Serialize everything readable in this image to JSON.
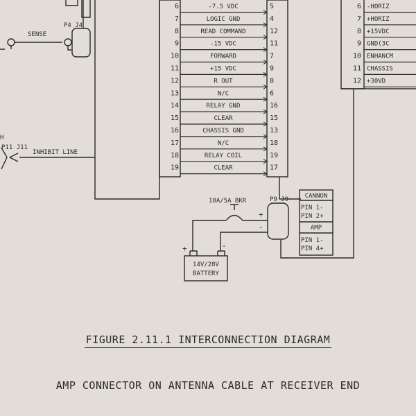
{
  "left_connector": {
    "rows": [
      {
        "pin": "6",
        "label": "-7.5 VDC",
        "pin_right": "5"
      },
      {
        "pin": "7",
        "label": "LOGIC GND",
        "pin_right": "4"
      },
      {
        "pin": "8",
        "label": "READ COMMAND",
        "pin_right": "12"
      },
      {
        "pin": "9",
        "label": "-15 VDC",
        "pin_right": "11"
      },
      {
        "pin": "10",
        "label": "FORWARD",
        "pin_right": "7"
      },
      {
        "pin": "11",
        "label": "+15 VDC",
        "pin_right": "9"
      },
      {
        "pin": "12",
        "label": "R OUT",
        "pin_right": "8"
      },
      {
        "pin": "13",
        "label": "N/C",
        "pin_right": "6"
      },
      {
        "pin": "14",
        "label": "RELAY GND",
        "pin_right": "16"
      },
      {
        "pin": "15",
        "label": "CLEAR",
        "pin_right": "15"
      },
      {
        "pin": "16",
        "label": "CHASSIS GND",
        "pin_right": "13"
      },
      {
        "pin": "17",
        "label": "N/C",
        "pin_right": "18"
      },
      {
        "pin": "18",
        "label": "RELAY COIL",
        "pin_right": "19"
      },
      {
        "pin": "19",
        "label": "CLEAR",
        "pin_right": "17"
      }
    ]
  },
  "right_connector": {
    "rows": [
      {
        "pin": "6",
        "label": "-HORIZ"
      },
      {
        "pin": "7",
        "label": "+HORIZ"
      },
      {
        "pin": "8",
        "label": "+15VDC"
      },
      {
        "pin": "9",
        "label": "GND(3C"
      },
      {
        "pin": "10",
        "label": "ENHANCM"
      },
      {
        "pin": "11",
        "label": "CHASSIS"
      },
      {
        "pin": "12",
        "label": "+30VD"
      }
    ]
  },
  "labels": {
    "sense": "SENSE",
    "p4j4": "P4 J4",
    "p11j11": "P11 J11",
    "h_fragment": "H",
    "inhibit_line": "INHIBIT LINE",
    "breaker": "10A/5A BKR",
    "p9j9": "P9 J9",
    "plus": "+",
    "minus": "-",
    "battery_plus": "+",
    "battery_minus": "-",
    "battery_line1": "14V/28V",
    "battery_line2": "BATTERY"
  },
  "cannon_table": {
    "header": "CANNON",
    "rows": [
      {
        "line1": "PIN 1-",
        "line2": "PIN 2+"
      }
    ],
    "amp_header": "AMP",
    "amp_rows": [
      {
        "line1": "PIN 1-",
        "line2": "PIN 4+"
      }
    ]
  },
  "figure_caption": "FIGURE 2.11.1  INTERCONNECTION DIAGRAM",
  "note": "AMP CONNECTOR ON ANTENNA CABLE AT RECEIVER END"
}
